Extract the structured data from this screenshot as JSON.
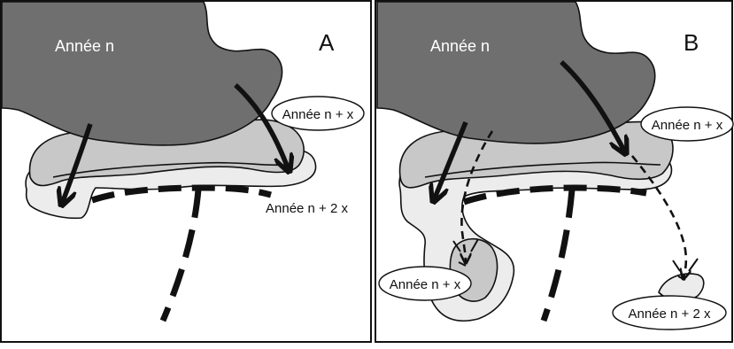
{
  "panels": [
    {
      "letter": "A",
      "labels": {
        "year_n": "Année n",
        "year_n_x": "Année n + x",
        "year_n_2x": "Année n + 2 x"
      }
    },
    {
      "letter": "B",
      "labels": {
        "year_n": "Année n",
        "year_n_x_top": "Année n + x",
        "year_n_x_bottom": "Année n + x",
        "year_n_2x": "Année n + 2 x"
      }
    }
  ],
  "colors": {
    "zone_year_n": "#6f6f6f",
    "zone_year_n_x": "#c8c8c8",
    "zone_year_n_2x": "#ececec",
    "ink": "#111111",
    "label_text_on_dark": "#ffffff",
    "background": "#ffffff"
  }
}
